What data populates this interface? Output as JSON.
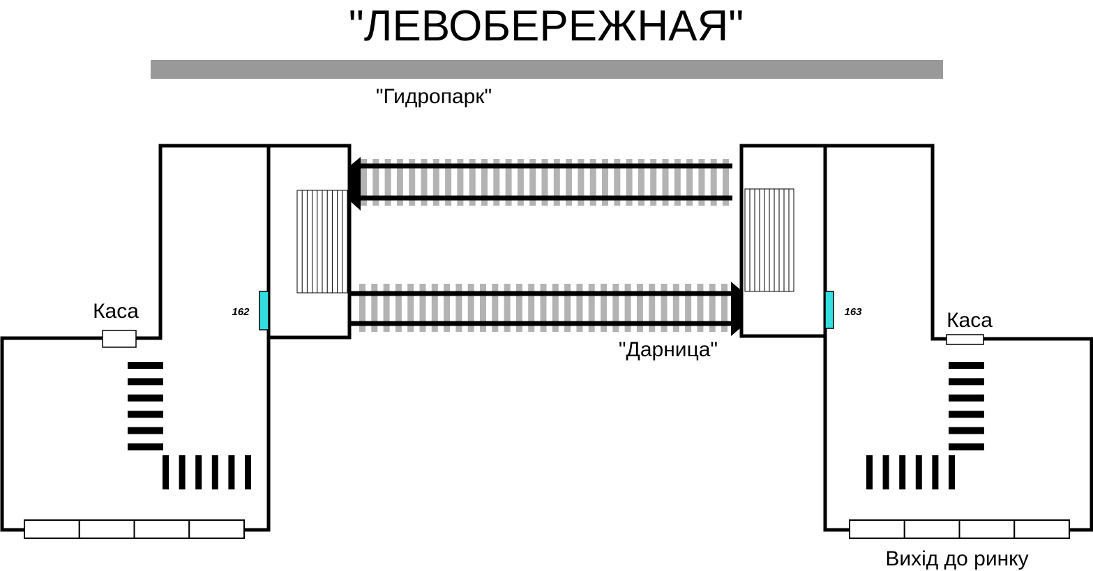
{
  "title": "\"ЛЕВОБЕРЕЖНАЯ\"",
  "direction_top": "\"Гидропарк\"",
  "direction_bottom": "\"Дарница\"",
  "left_hall": {
    "cashier_label": "Каса",
    "escalator_number": "162"
  },
  "right_hall": {
    "cashier_label": "Каса",
    "escalator_number": "163",
    "exit_label": "Вихід до ринку"
  },
  "colors": {
    "platform": "#999999",
    "tie": "#b3b3b3",
    "escalator_marker": "#33dde0"
  }
}
